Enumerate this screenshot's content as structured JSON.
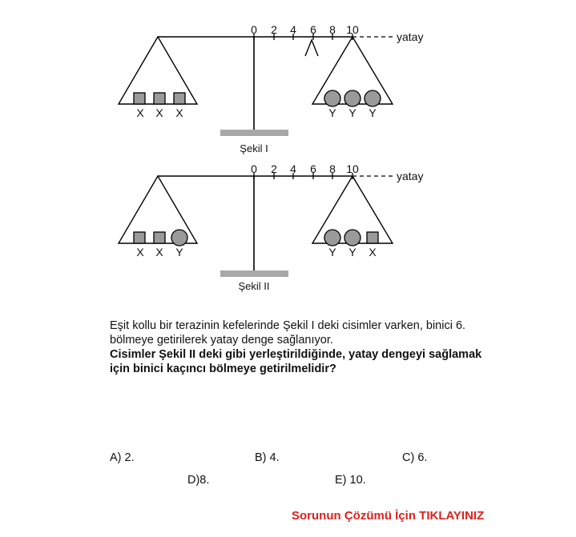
{
  "figure1": {
    "caption": "Şekil I",
    "ticks": [
      "0",
      "2",
      "4",
      "6",
      "8",
      "10"
    ],
    "horizontal_label": "yatay",
    "rider_at_tick": "6",
    "left_pan_labels": [
      "X",
      "X",
      "X"
    ],
    "right_pan_labels": [
      "Y",
      "Y",
      "Y"
    ],
    "left_pan_shapes": [
      "square",
      "square",
      "square"
    ],
    "right_pan_shapes": [
      "circle",
      "circle",
      "circle"
    ]
  },
  "figure2": {
    "caption": "Şekil II",
    "ticks": [
      "0",
      "2",
      "4",
      "6",
      "8",
      "10"
    ],
    "horizontal_label": "yatay",
    "left_pan_labels": [
      "X",
      "X",
      "Y"
    ],
    "right_pan_labels": [
      "Y",
      "Y",
      "X"
    ],
    "left_pan_shapes": [
      "square",
      "square",
      "circle"
    ],
    "right_pan_shapes": [
      "circle",
      "circle",
      "square"
    ]
  },
  "question": {
    "text": "Eşit kollu bir terazinin kefelerinde Şekil I deki cisimler varken, binici 6. bölmeye getirilerek yatay denge sağlanıyor.",
    "bold_text": "Cisimler Şekil II deki gibi yerleştirildiğinde, yatay dengeyi sağlamak için binici kaçıncı bölmeye getirilmelidir?"
  },
  "options": {
    "a": "A) 2.",
    "b": "B) 4.",
    "c": "C) 6.",
    "d": "D)8.",
    "e": "E) 10."
  },
  "link_text": "Sorunun Çözümü İçin TIKLAYINIZ",
  "colors": {
    "link": "#e1201b",
    "object_fill": "#9a9a9a",
    "stand": "#a8a8a8"
  }
}
